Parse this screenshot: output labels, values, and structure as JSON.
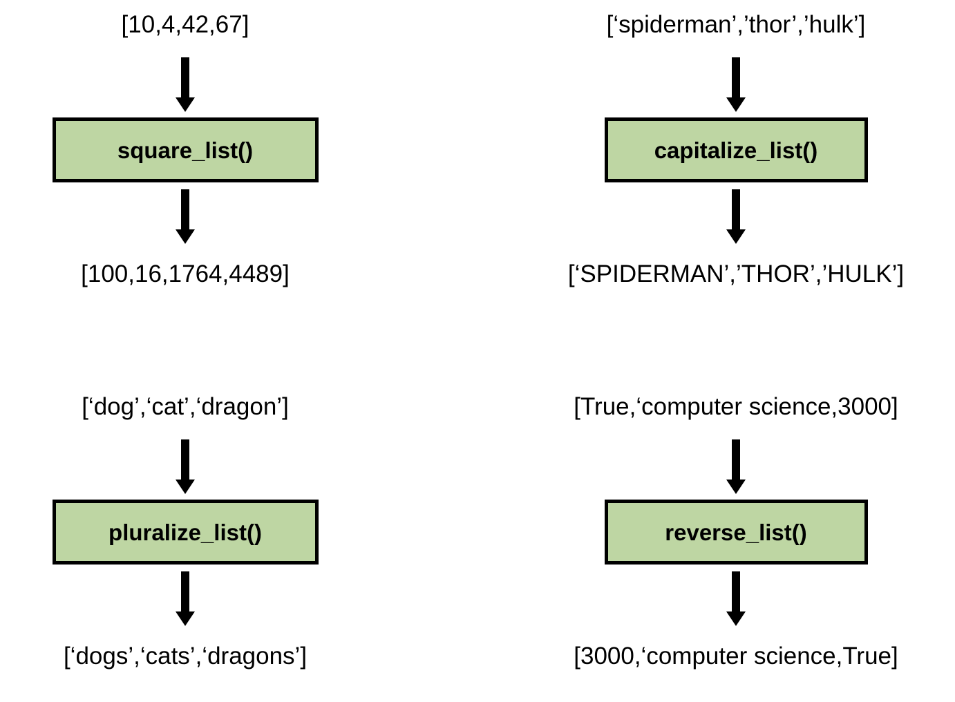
{
  "diagram": {
    "title": "List-processing function flow diagrams",
    "box_fill_color": "#bed6a3",
    "box_border_color": "#000000",
    "arrow_color": "#000000",
    "background_color": "#ffffff",
    "arrow_icon_name": "down-arrow-icon"
  },
  "flows": [
    {
      "id": "square-list",
      "input": "[10,4,42,67]",
      "function": "square_list()",
      "output": "[100,16,1764,4489]"
    },
    {
      "id": "capitalize-list",
      "input": "[‘spiderman’,’thor’,’hulk’]",
      "function": "capitalize_list()",
      "output": "[‘SPIDERMAN’,’THOR’,’HULK’]"
    },
    {
      "id": "pluralize-list",
      "input": "[‘dog’,‘cat’,‘dragon’]",
      "function": "pluralize_list()",
      "output": "[‘dogs’,‘cats’,‘dragons’]"
    },
    {
      "id": "reverse-list",
      "input": "[True,‘computer science,3000]",
      "function": "reverse_list()",
      "output": "[3000,‘computer science,True]"
    }
  ]
}
